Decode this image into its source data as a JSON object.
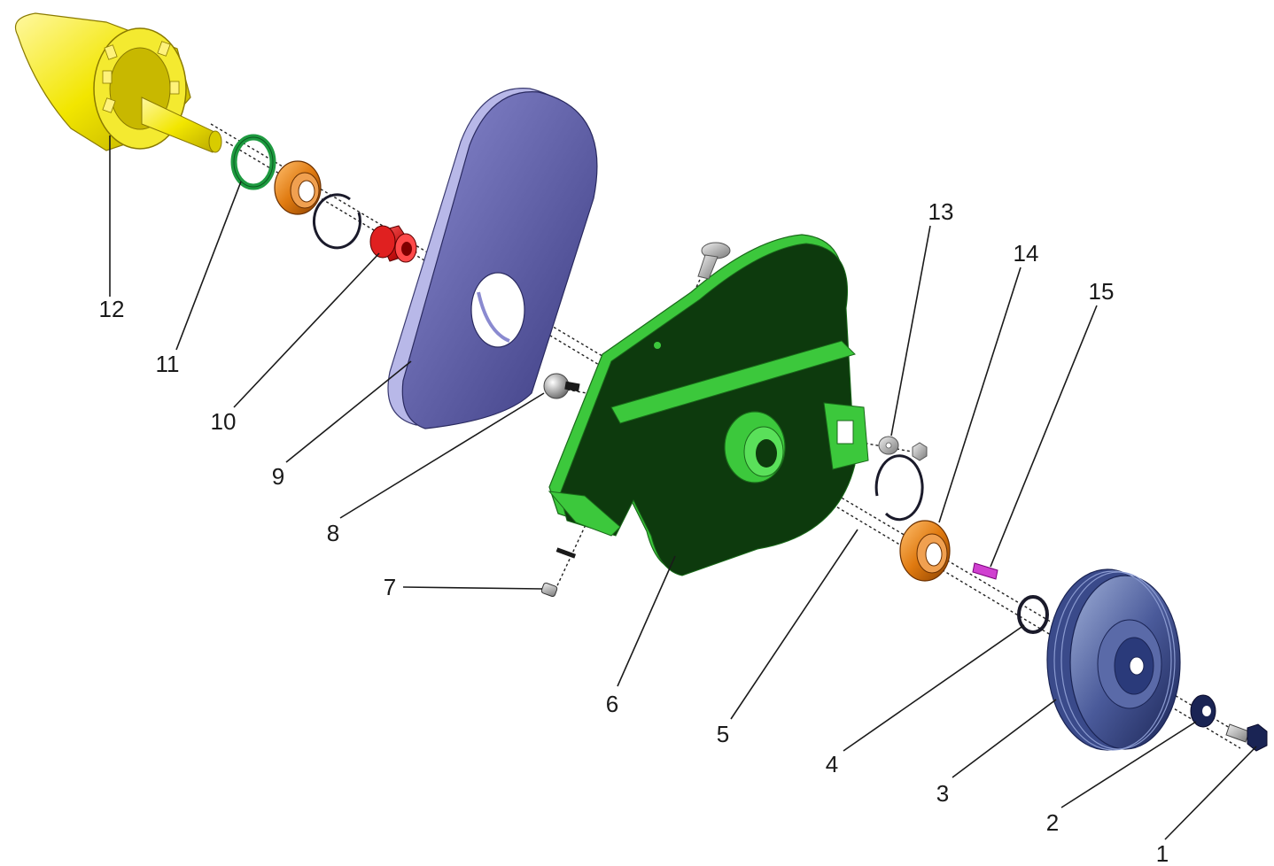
{
  "diagram": {
    "type": "exploded-assembly",
    "callouts": [
      {
        "id": "1",
        "label": "1",
        "part": "hex-bolt"
      },
      {
        "id": "2",
        "label": "2",
        "part": "washer"
      },
      {
        "id": "3",
        "label": "3",
        "part": "pulley"
      },
      {
        "id": "4",
        "label": "4",
        "part": "o-ring"
      },
      {
        "id": "5",
        "label": "5",
        "part": "retaining-ring"
      },
      {
        "id": "6",
        "label": "6",
        "part": "mounting-plate"
      },
      {
        "id": "7",
        "label": "7",
        "part": "set-screw"
      },
      {
        "id": "8",
        "label": "8",
        "part": "ball-stud"
      },
      {
        "id": "9",
        "label": "9",
        "part": "cover-plate"
      },
      {
        "id": "10",
        "label": "10",
        "part": "spacer-bushing"
      },
      {
        "id": "11",
        "label": "11",
        "part": "seal-ring"
      },
      {
        "id": "12",
        "label": "12",
        "part": "drive-hub"
      },
      {
        "id": "13",
        "label": "13",
        "part": "nut-washer"
      },
      {
        "id": "14",
        "label": "14",
        "part": "bearing"
      },
      {
        "id": "15",
        "label": "15",
        "part": "key-pin"
      }
    ],
    "colors": {
      "hub": "#f2e600",
      "bearing": "#e07a10",
      "spacer": "#c41010",
      "seal": "#1e9a40",
      "cover": "#4a4a9a",
      "plate_dark": "#0d3a0d",
      "plate_edge": "#3cc83c",
      "pulley": "#2a3a7a",
      "pin": "#d040d0",
      "metal": "#b8b8b8"
    }
  }
}
